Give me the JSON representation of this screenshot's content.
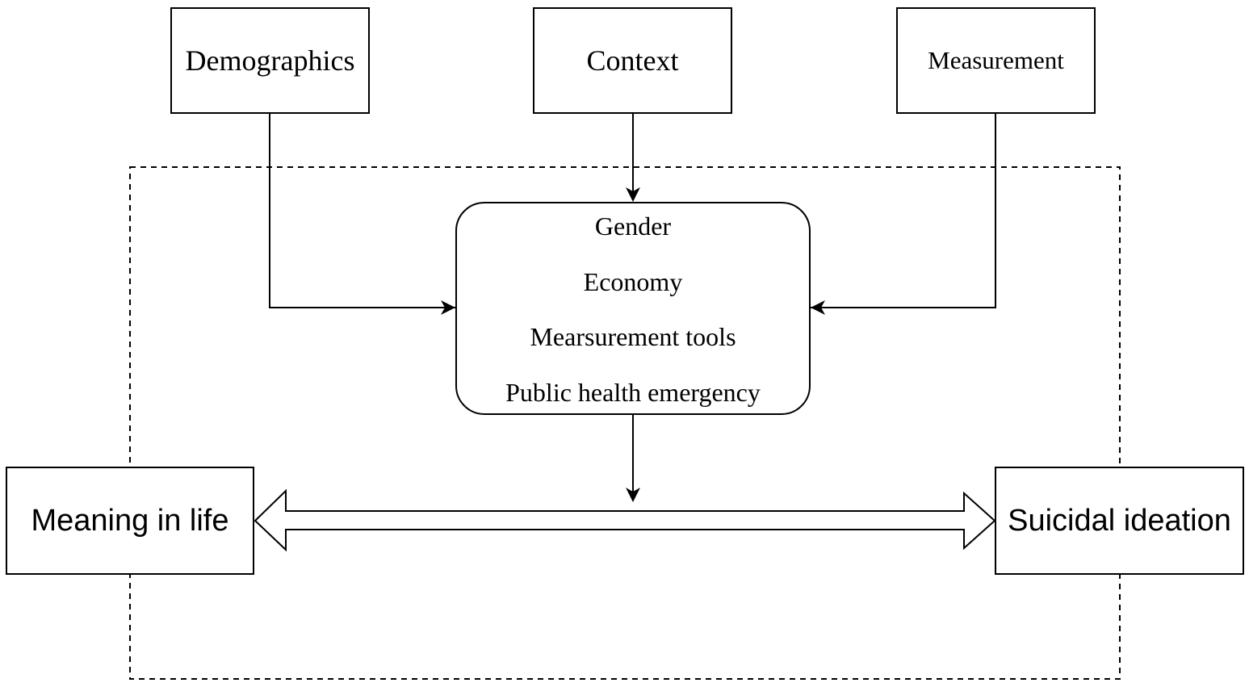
{
  "diagram": {
    "top_boxes": {
      "demographics": "Demographics",
      "context": "Context",
      "measurement": "Measurement"
    },
    "moderators": [
      "Gender",
      "Economy",
      "Mearsurement tools",
      "Public health emergency"
    ],
    "left_box": "Meaning in life",
    "right_box": "Suicidal ideation"
  }
}
